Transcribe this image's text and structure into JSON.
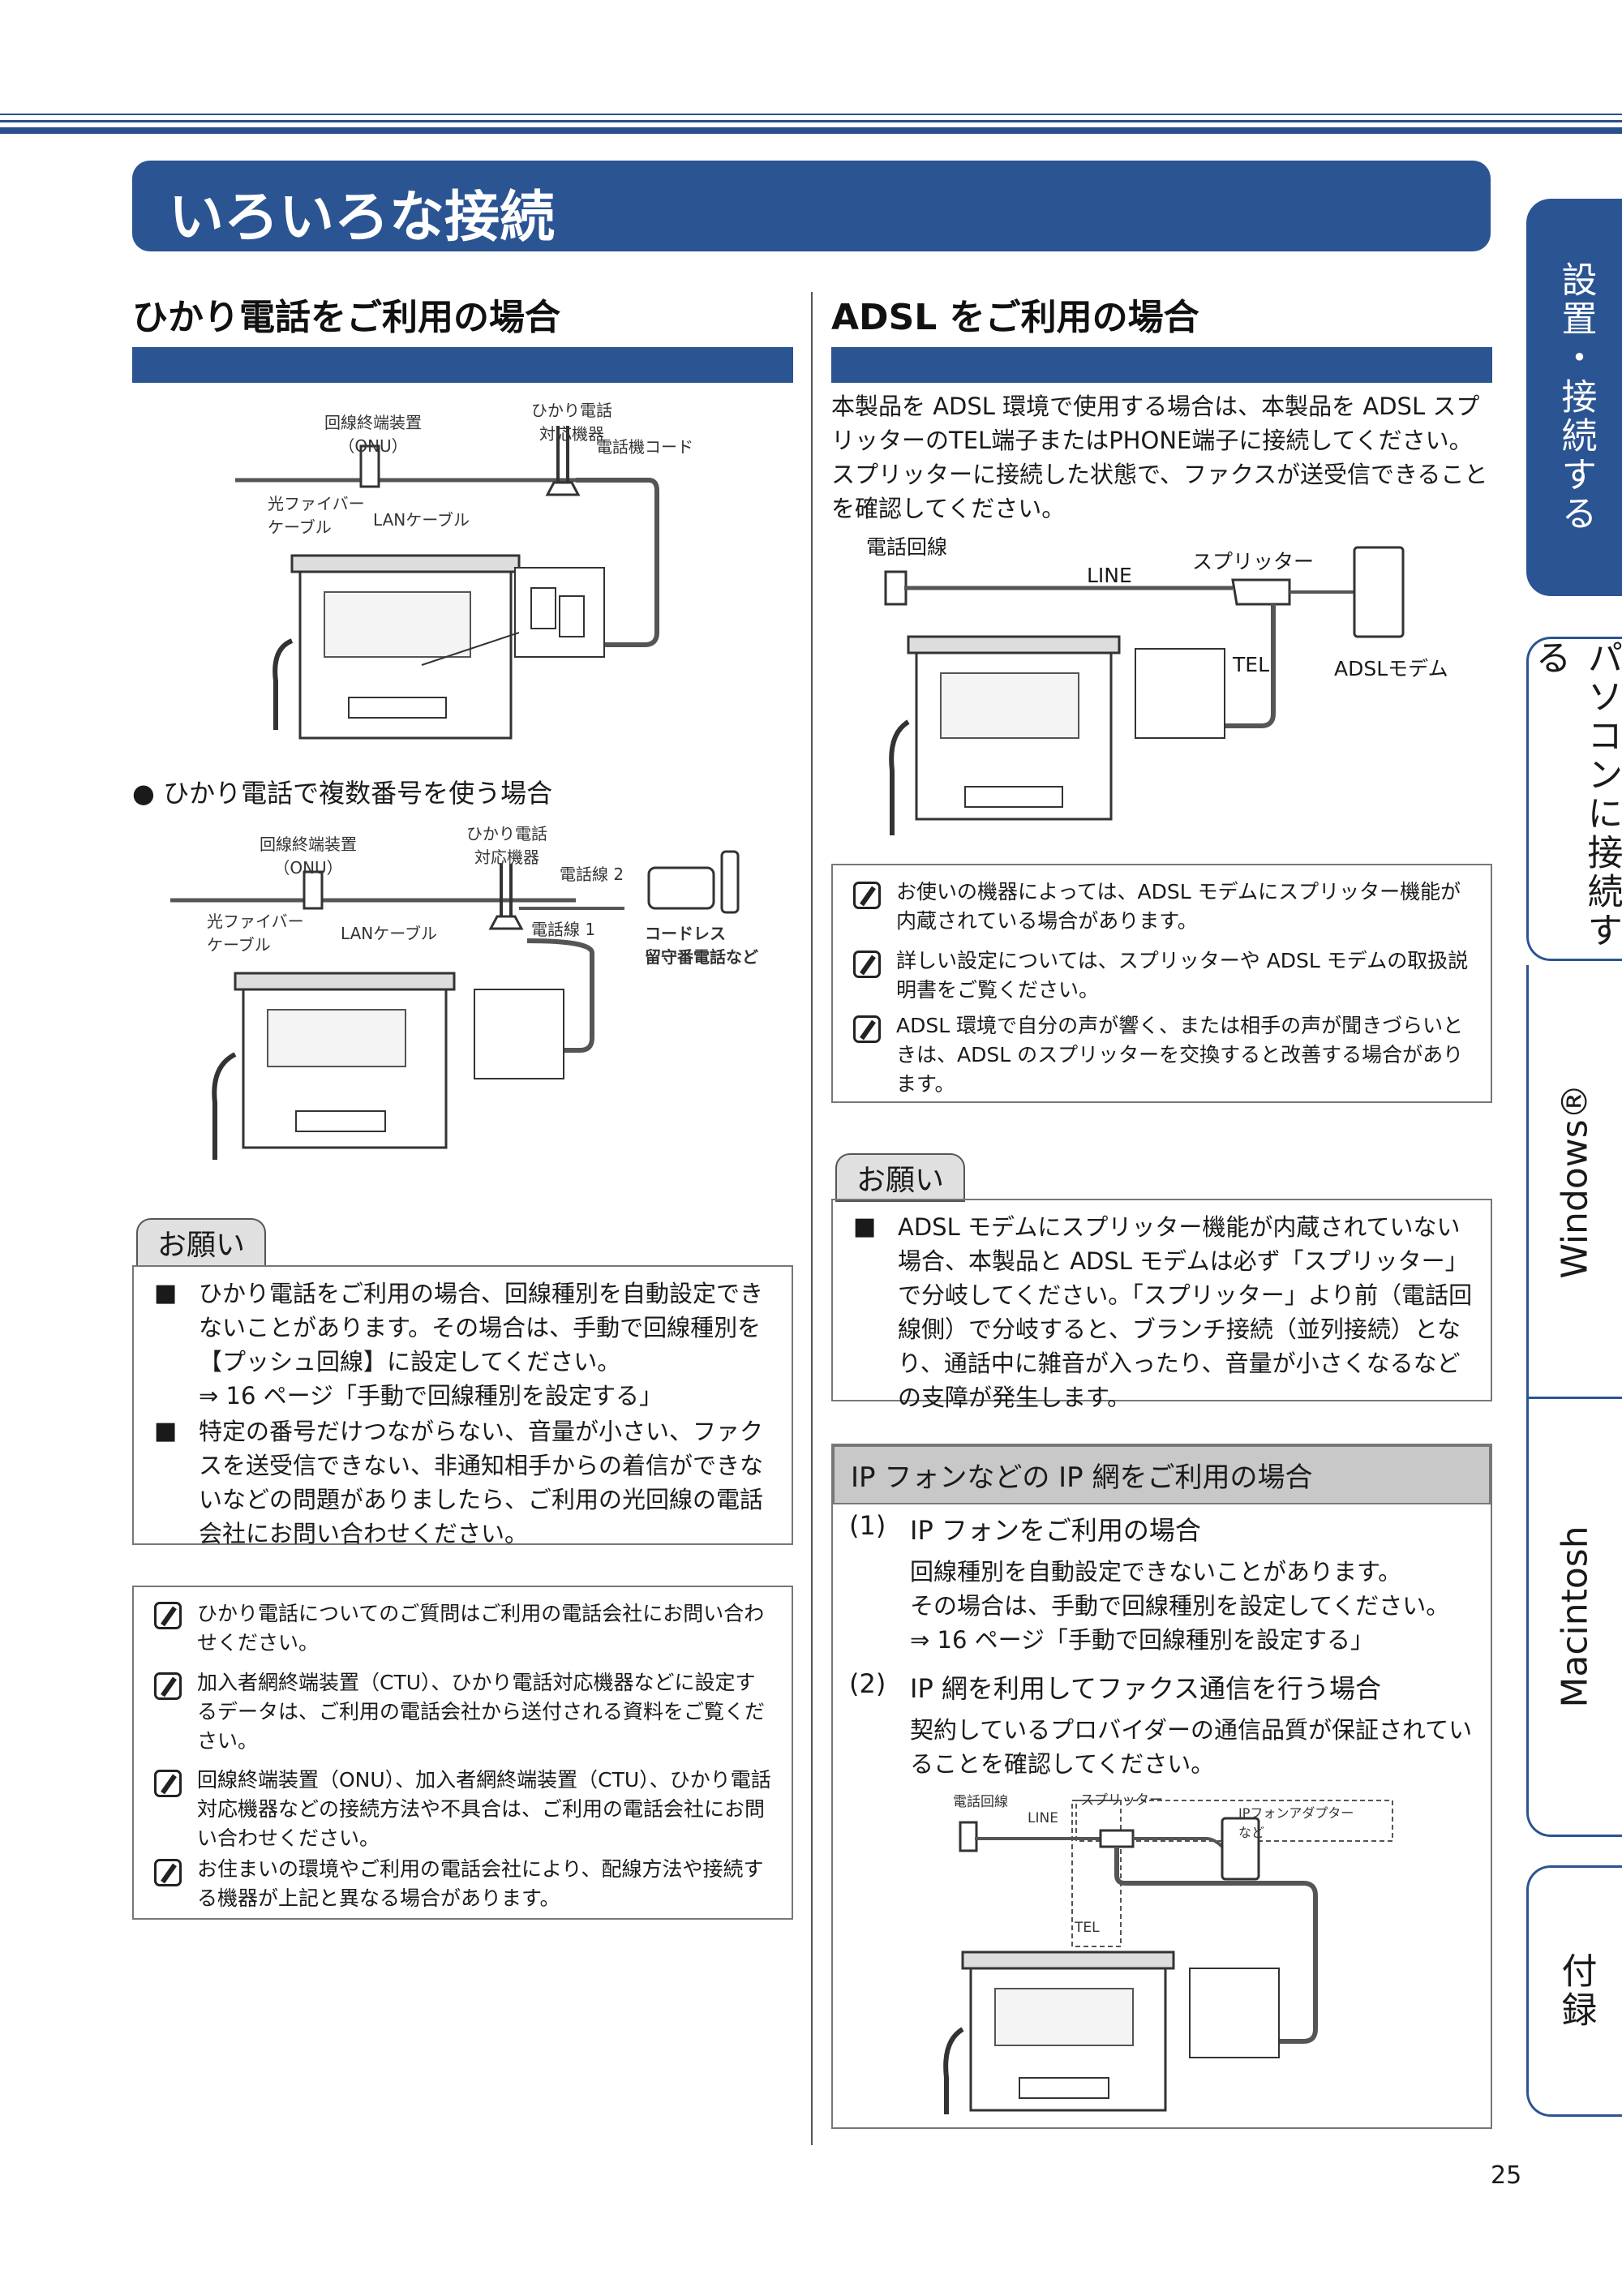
{
  "page": {
    "title": "いろいろな接続",
    "number": "25"
  },
  "left": {
    "heading": "ひかり電話をご利用の場合",
    "fig1": {
      "onu": "回線終端装置\n（ONU）",
      "hikari": "ひかり電話\n対応機器",
      "cord": "電話機コード",
      "fiber": "光ファイバー\nケーブル",
      "lan": "LANケーブル"
    },
    "bullet_heading": "●  ひかり電話で複数番号を使う場合",
    "fig2": {
      "onu": "回線終端装置\n（ONU）",
      "hikari": "ひかり電話\n対応機器",
      "line2": "電話線 2",
      "line1": "電話線 1",
      "fiber": "光ファイバー\nケーブル",
      "lan": "LANケーブル",
      "cordless": "コードレス\n留守番電話など"
    },
    "onegai_label": "お願い",
    "onegai_items": [
      "ひかり電話をご利用の場合、回線種別を自動設定できないことがあります。その場合は、手動で回線種別を【プッシュ回線】に設定してください。\n⇒ 16 ページ「手動で回線種別を設定する」",
      "特定の番号だけつながらない、音量が小さい、ファクスを送受信できない、非通知相手からの着信ができないなどの問題がありましたら、ご利用の光回線の電話会社にお問い合わせください。"
    ],
    "notes": [
      "ひかり電話についてのご質問はご利用の電話会社にお問い合わせください。",
      "加入者網終端装置（CTU）、ひかり電話対応機器などに設定するデータは、ご利用の電話会社から送付される資料をご覧ください。",
      "回線終端装置（ONU）、加入者網終端装置（CTU）、ひかり電話対応機器などの接続方法や不具合は、ご利用の電話会社にお問い合わせください。",
      "お住まいの環境やご利用の電話会社により、配線方法や接続する機器が上記と異なる場合があります。"
    ]
  },
  "right": {
    "heading": "ADSL をご利用の場合",
    "intro": "本製品を ADSL 環境で使用する場合は、本製品を ADSL スプリッターのTEL端子またはPHONE端子に接続してください。スプリッターに接続した状態で、ファクスが送受信できることを確認してください。",
    "fig": {
      "line_label": "電話回線",
      "line": "LINE",
      "splitter": "スプリッター",
      "tel": "TEL",
      "modem": "ADSLモデム"
    },
    "notes": [
      "お使いの機器によっては、ADSL モデムにスプリッター機能が内蔵されている場合があります。",
      "詳しい設定については、スプリッターや ADSL モデムの取扱説明書をご覧ください。",
      "ADSL 環境で自分の声が響く、または相手の声が聞きづらいときは、ADSL のスプリッターを交換すると改善する場合があります。"
    ],
    "onegai_label": "お願い",
    "onegai_item": "ADSL モデムにスプリッター機能が内蔵されていない場合、本製品と ADSL モデムは必ず「スプリッター」で分岐してください。「スプリッター」より前（電話回線側）で分岐すると、ブランチ接続（並列接続）となり、通話中に雑音が入ったり、音量が小さくなるなどの支障が発生します。",
    "ip_heading": "IP フォンなどの IP 網をご利用の場合",
    "ip_items": [
      {
        "num": "(1)",
        "title": "IP フォンをご利用の場合",
        "body": "回線種別を自動設定できないことがあります。\nその場合は、手動で回線種別を設定してください。\n⇒ 16 ページ「手動で回線種別を設定する」"
      },
      {
        "num": "(2)",
        "title": "IP 網を利用してファクス通信を行う場合",
        "body": "契約しているプロバイダーの通信品質が保証されていることを確認してください。"
      }
    ],
    "ip_fig": {
      "line_label": "電話回線",
      "line": "LINE",
      "splitter": "スプリッター",
      "adapter": "IPフォンアダプター\nなど",
      "tel": "TEL"
    }
  },
  "tabs": [
    "設置・接続する",
    "パソコンに接続する",
    "Windows®",
    "Macintosh",
    "付録"
  ]
}
